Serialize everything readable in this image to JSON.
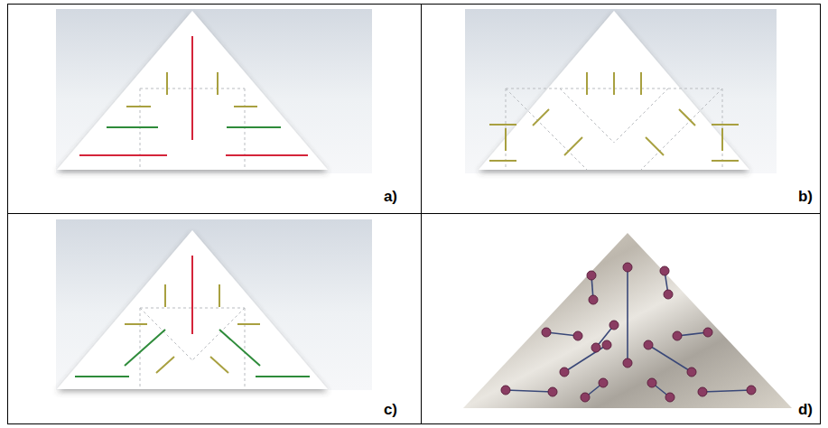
{
  "diagram": {
    "labels": [
      "a)",
      "b)",
      "c)",
      "d)"
    ]
  }
}
